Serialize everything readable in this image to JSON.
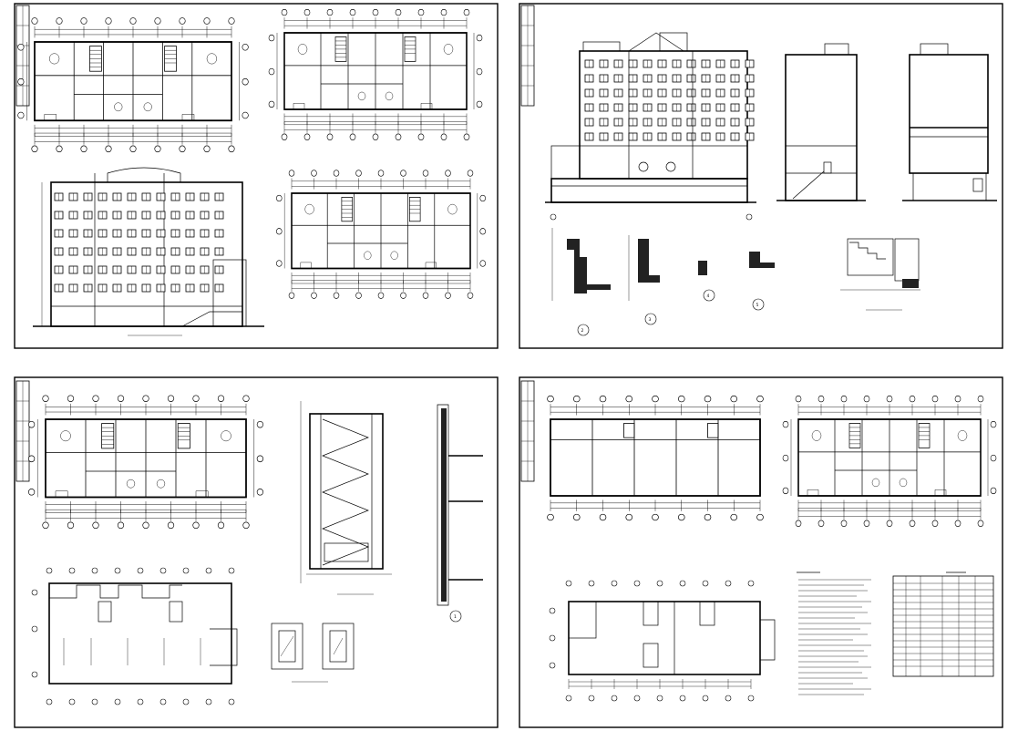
{
  "sheets": [
    {
      "id": "sheet-1",
      "position": "top-left"
    },
    {
      "id": "sheet-2",
      "position": "top-right"
    },
    {
      "id": "sheet-3",
      "position": "bottom-left"
    },
    {
      "id": "sheet-4",
      "position": "bottom-right"
    }
  ],
  "detail_labels": [
    "2",
    "3",
    "4",
    "5",
    "1"
  ]
}
